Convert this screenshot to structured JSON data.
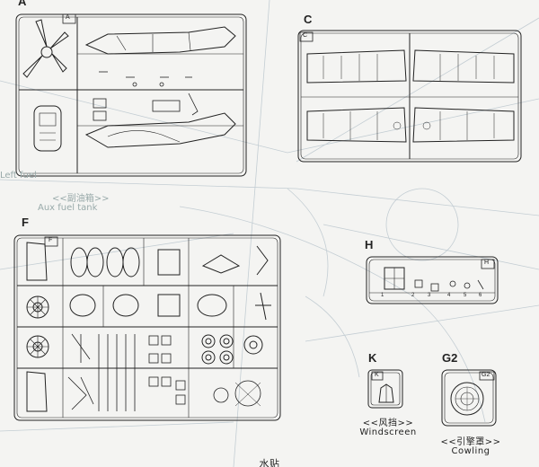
{
  "sprues": {
    "a_label": "A",
    "c_label": "C",
    "f_label": "F",
    "h_label": "H",
    "k_label": "K",
    "g2_label": "G2"
  },
  "tags": {
    "a": "A",
    "c": "C",
    "f": "F",
    "h": "H",
    "k": "K",
    "g2": "G2"
  },
  "captions": {
    "windscreen_cn": "<<风挡>>",
    "windscreen_en": "Windscreen",
    "cowling_cn": "<<引擎罩>>",
    "cowling_en": "Cowling",
    "bottom_cn": "水贴"
  },
  "background_text": {
    "left_fuel": "Left fuel",
    "fuel_tank_cn": "<<副油箱>>",
    "fuel_tank_en": "Aux fuel tank"
  },
  "h_parts": [
    "1",
    "2",
    "3",
    "4",
    "5",
    "6"
  ],
  "colors": {
    "ink": "#222222",
    "paper": "#f4f4f2",
    "faint": "#b8c4cc"
  }
}
